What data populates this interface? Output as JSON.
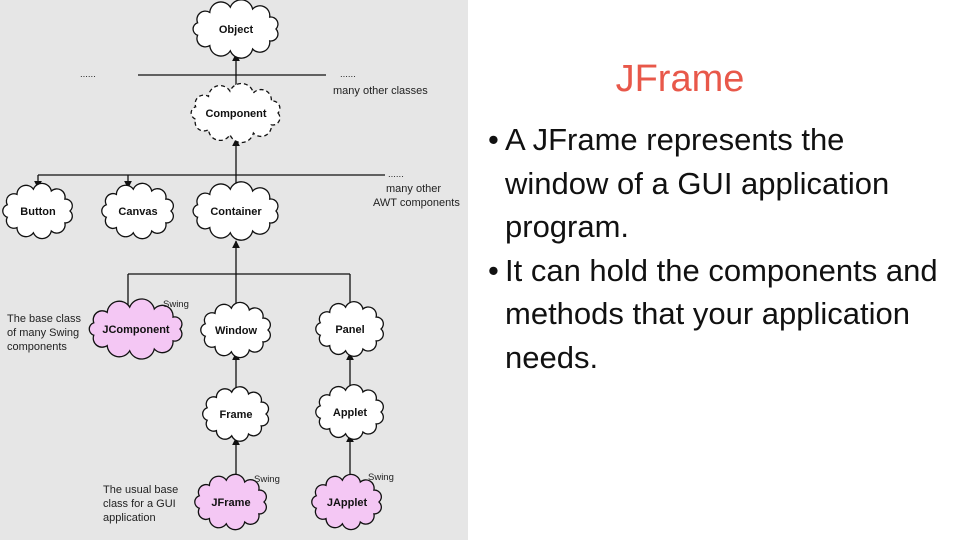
{
  "slide": {
    "title": "JFrame",
    "bullets": [
      "A JFrame represents the window of a GUI application program.",
      "It can hold the components and methods that your application needs."
    ]
  },
  "diagram": {
    "nodes": {
      "object": "Object",
      "component": "Component",
      "button": "Button",
      "canvas": "Canvas",
      "container": "Container",
      "jcomponent": "JComponent",
      "window": "Window",
      "panel": "Panel",
      "frame": "Frame",
      "applet": "Applet",
      "jframe": "JFrame",
      "japplet": "JApplet"
    },
    "dots": "......",
    "many_other_classes": "many  other classes",
    "many_other_awt": [
      "many  other",
      "AWT components"
    ],
    "swing": "Swing",
    "jcomponent_note": [
      "The base class",
      "of many Swing",
      "components"
    ],
    "jframe_note": [
      "The usual base",
      "class for a GUI",
      "application"
    ],
    "colors": {
      "swing_fill": "#f4c7f4",
      "awt_fill": "#ffffff",
      "title": "#e8584a",
      "panel_bg": "#e6e6e6"
    }
  }
}
